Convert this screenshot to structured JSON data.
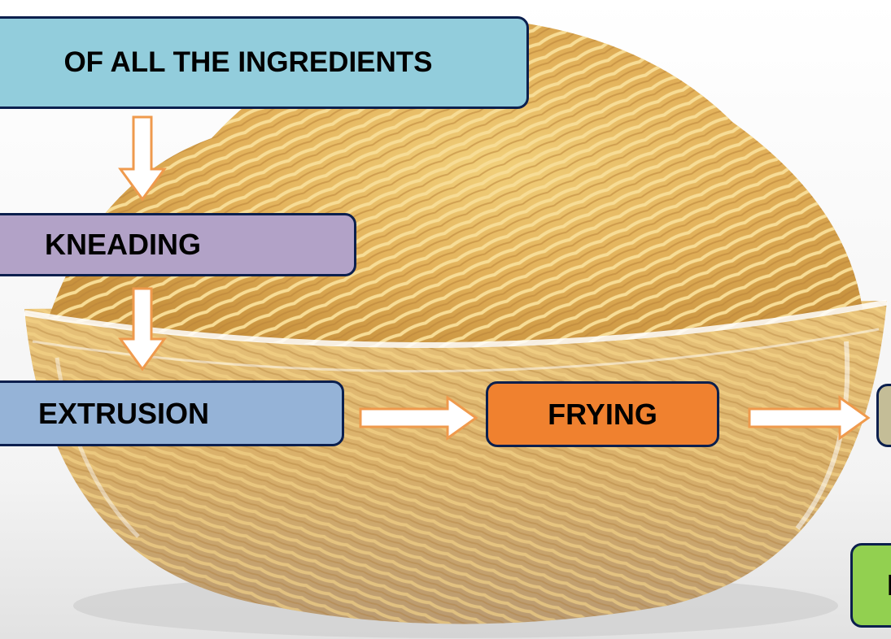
{
  "flowchart": {
    "steps": [
      {
        "label": "OF ALL THE INGREDIENTS",
        "color": "#92cddc"
      },
      {
        "label": "KNEADING",
        "color": "#b2a2c7"
      },
      {
        "label": "EXTRUSION",
        "color": "#95b3d7"
      },
      {
        "label": "FRYING",
        "color": "#f0812f"
      },
      {
        "label": "",
        "color": "#c4bd97"
      },
      {
        "label": "I",
        "color": "#92d050"
      }
    ],
    "arrow_color": "#ef9a4d",
    "box_border_color": "#0b1f4d"
  },
  "background": {
    "subject": "bowl of fried sev noodles in glass bowl"
  }
}
